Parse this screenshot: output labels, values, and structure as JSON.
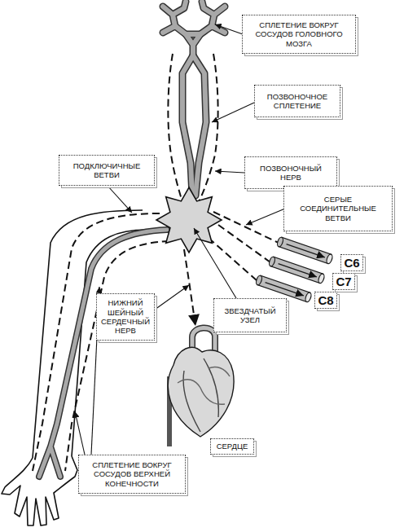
{
  "diagram": {
    "nodes": [
      {
        "text": [
          "СПЛЕТЕНИЕ ВОКРУГ СОСУДОВ ГОЛОВНОГО МОЗГА"
        ]
      },
      {
        "text": [
          "ПОЗВОНОЧНОЕ СПЛЕТЕНИЕ"
        ]
      },
      {
        "text": [
          "ПОДКЛЮЧИЧНЫЕ ВЕТВИ"
        ]
      },
      {
        "text": [
          "ПОЗВОНОЧНЫЙ НЕРВ"
        ]
      },
      {
        "text": [
          "СЕРЫЕ СОЕДИНИТЕЛЬНЫЕ ВЕТВИ"
        ]
      },
      {
        "text": [
          "C6"
        ]
      },
      {
        "text": [
          "C7"
        ]
      },
      {
        "text": [
          "C8"
        ]
      },
      {
        "text": [
          "НИЖНИЙ ШЕЙНЫЙ СЕРДЕЧНЫЙ НЕРВ"
        ]
      },
      {
        "text": [
          "ЗВЕЗДЧАТЫЙ УЗЕЛ"
        ]
      },
      {
        "text": [
          "СЕРДЦЕ"
        ]
      },
      {
        "text": [
          "СПЛЕТЕНИЕ ВОКРУГ СОСУДОВ ВЕРХНЕЙ КОНЕЧНОСТИ"
        ]
      }
    ]
  }
}
